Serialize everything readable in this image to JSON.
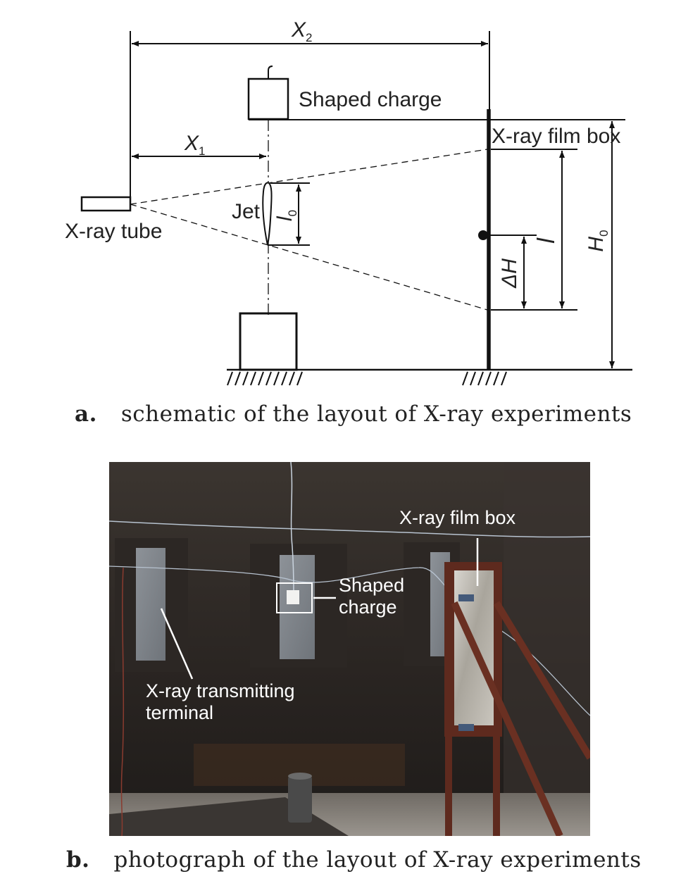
{
  "schematic": {
    "labels": {
      "x2": "X",
      "x2_sub": "2",
      "x1": "X",
      "x1_sub": "1",
      "shaped_charge": "Shaped charge",
      "film_box": "X-ray film box",
      "xray_tube": "X-ray tube",
      "jet": "Jet",
      "l0": "l",
      "l0_sub": "0",
      "l": "l",
      "h0": "H",
      "h0_sub": "0",
      "dh": "ΔH"
    }
  },
  "captions": {
    "a_letter": "a.",
    "a_text": "schematic of the layout of X-ray experiments",
    "b_letter": "b.",
    "b_text": "photograph of the layout of X-ray experiments"
  },
  "photo": {
    "labels": {
      "film_box": "X-ray film box",
      "shaped_charge_1": "Shaped",
      "shaped_charge_2": "charge",
      "terminal_1": "X-ray transmitting",
      "terminal_2": "terminal"
    }
  }
}
